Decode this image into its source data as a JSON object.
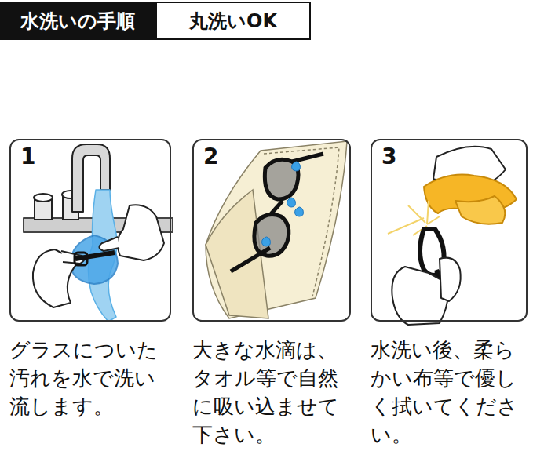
{
  "diagram": {
    "nodes": [
      {
        "text": [
          "水洗いの手順"
        ]
      },
      {
        "text": [
          "丸洗いOK"
        ]
      },
      {
        "text": [
          "1",
          "グラスについた汚れを水で洗い流します。"
        ]
      },
      {
        "text": [
          "2",
          "大きな水滴は、タオル等で自然に吸い込ませて下さい。"
        ]
      },
      {
        "text": [
          "3",
          "水洗い後、柔らかい布等で優しく拭いてください。"
        ]
      }
    ]
  }
}
